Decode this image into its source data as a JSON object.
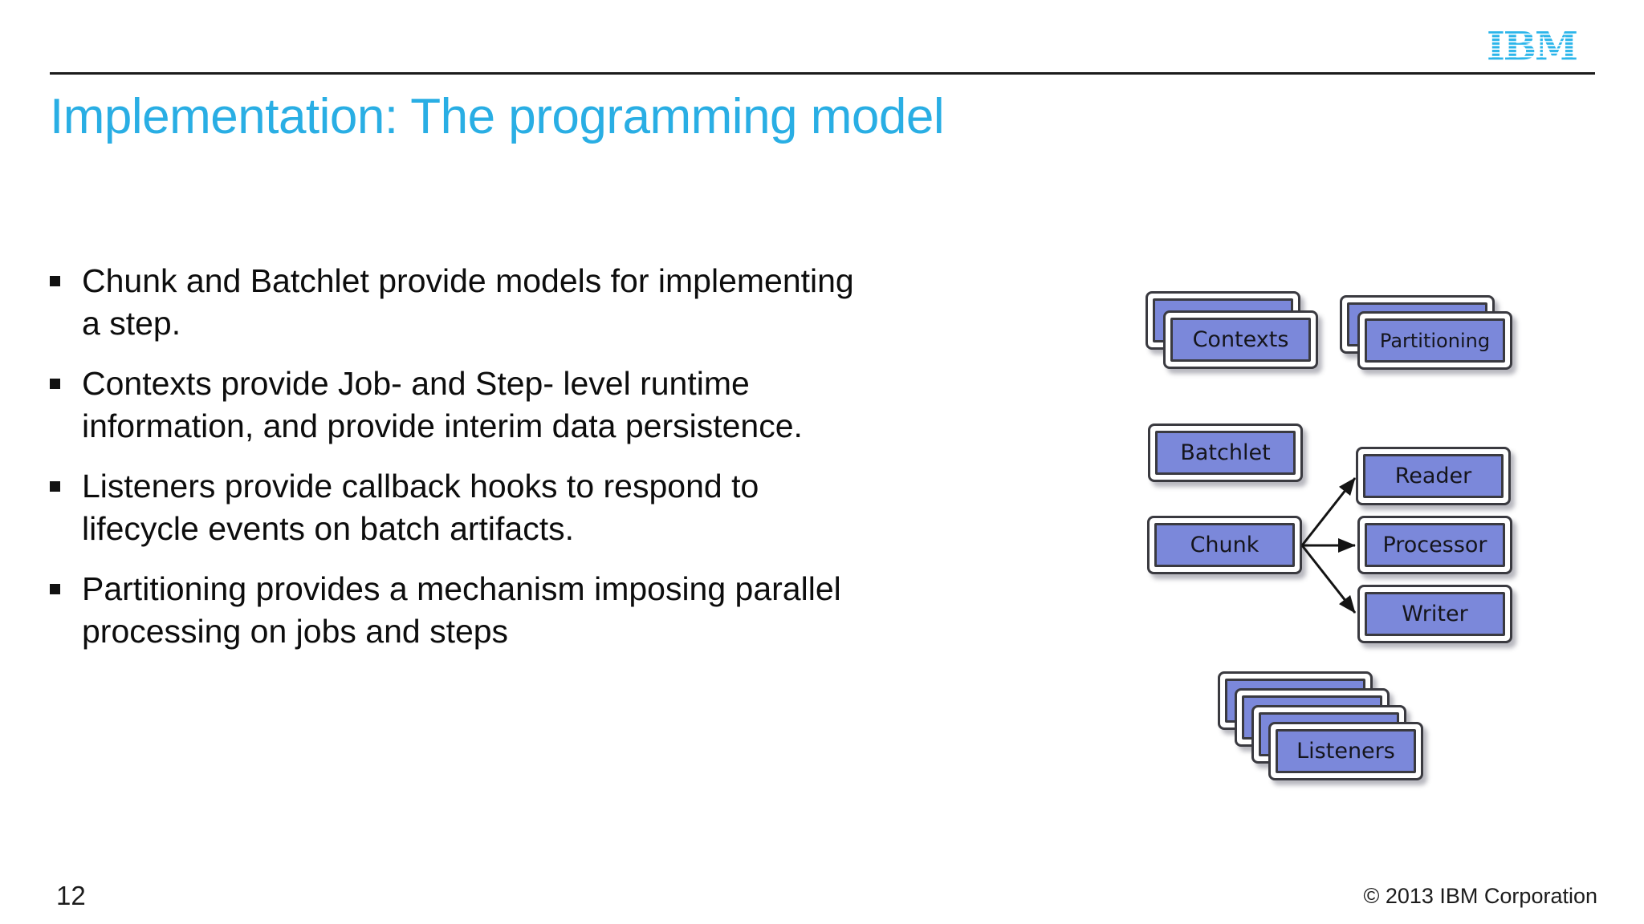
{
  "slide": {
    "logo": "IBM",
    "title": "Implementation: The programming model",
    "page_number": "12",
    "copyright": "© 2013 IBM Corporation"
  },
  "bullets": [
    {
      "lines": [
        "Chunk and Batchlet provide models for implementing",
        "a step."
      ]
    },
    {
      "lines": [
        "Contexts provide Job- and Step- level runtime",
        "information, and provide interim data persistence."
      ]
    },
    {
      "lines": [
        "Listeners provide callback hooks to respond to",
        "lifecycle events on batch artifacts."
      ]
    },
    {
      "lines": [
        "Partitioning provides a mechanism imposing parallel",
        "processing on jobs and steps"
      ]
    }
  ],
  "diagram": {
    "nodes": [
      {
        "id": "contexts",
        "label": "Contexts",
        "stack": 2
      },
      {
        "id": "partitioning",
        "label": "Partitioning",
        "stack": 2
      },
      {
        "id": "batchlet",
        "label": "Batchlet",
        "stack": 1
      },
      {
        "id": "chunk",
        "label": "Chunk",
        "stack": 1
      },
      {
        "id": "reader",
        "label": "Reader",
        "stack": 1
      },
      {
        "id": "processor",
        "label": "Processor",
        "stack": 1
      },
      {
        "id": "writer",
        "label": "Writer",
        "stack": 1
      },
      {
        "id": "listeners",
        "label": "Listeners",
        "stack": 4
      }
    ],
    "edges": [
      {
        "from": "chunk",
        "to": "reader"
      },
      {
        "from": "chunk",
        "to": "processor"
      },
      {
        "from": "chunk",
        "to": "writer"
      }
    ]
  },
  "colors": {
    "title_cyan": "#29aee4",
    "logo_cyan": "#2bb5ea",
    "node_fill": "#7b88da",
    "node_border": "#3a3a40",
    "rule_black": "#1b1b1b",
    "text": "#0d0d0d"
  }
}
